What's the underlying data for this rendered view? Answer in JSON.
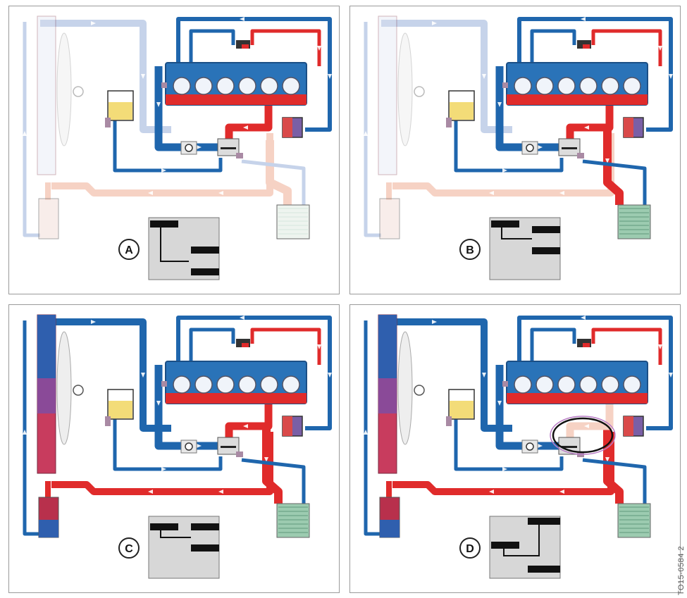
{
  "panels": [
    {
      "id": "A",
      "label": "A",
      "stage": 0
    },
    {
      "id": "B",
      "label": "B",
      "stage": 1
    },
    {
      "id": "C",
      "label": "C",
      "stage": 2
    },
    {
      "id": "D",
      "label": "D",
      "stage": 3
    }
  ],
  "figure_code": "TO15-0584 2",
  "colors": {
    "blue": "#1f66ad",
    "red": "#e02b2b",
    "blue_faded": "#c6d3ea",
    "red_faded": "#f6d2c4",
    "tank_yellow": "#f3dc78",
    "cooler_green": "#9ccbb0",
    "frame": "#9a9a9a",
    "inset_bg": "#d7d7d7"
  }
}
